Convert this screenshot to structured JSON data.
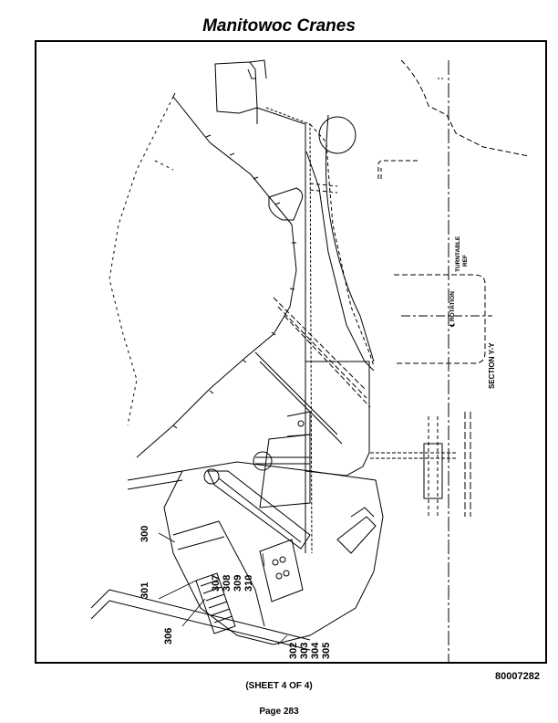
{
  "header": {
    "title": "Manitowoc Cranes"
  },
  "drawing": {
    "callouts": {
      "c300": "300",
      "c301": "301",
      "c306": "306",
      "c307": "307",
      "c308": "308",
      "c309": "309",
      "c310": "310",
      "c302": "302",
      "c303": "303",
      "c304": "304",
      "c305": "305"
    },
    "turntable_line1": "TURNTABLE",
    "turntable_line2": "REF",
    "rotation_label": "℄ ROTATION",
    "section_label": "SECTION Y-Y"
  },
  "footer": {
    "doc_number": "80007282",
    "sheet": "(SHEET 4 OF 4)",
    "page": "Page 283"
  }
}
